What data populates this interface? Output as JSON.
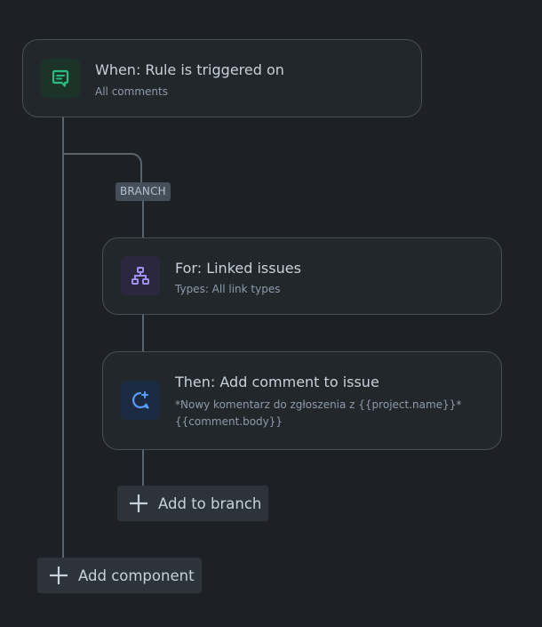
{
  "trigger": {
    "title": "When: Rule is triggered on",
    "subtitle": "All comments",
    "icon": "comment-trigger-icon",
    "icon_color": "#2abb7f",
    "icon_bg": "#1c3329"
  },
  "branch_badge": "BRANCH",
  "branch_node": {
    "title": "For: Linked issues",
    "subtitle": "Types: All link types",
    "icon": "hierarchy-icon",
    "icon_color": "#9f8fef",
    "icon_bg": "#2b273f"
  },
  "action_node": {
    "title": "Then: Add comment to issue",
    "subtitle_line1": "*Nowy komentarz do zgłoszenia z {{project.name}}*",
    "subtitle_line2": "{{comment.body}}",
    "icon": "add-comment-icon",
    "icon_color": "#579dff",
    "icon_bg": "#1c2b41"
  },
  "add_to_branch": {
    "label": "Add to branch"
  },
  "add_component": {
    "label": "Add component"
  },
  "colors": {
    "background": "#1d2125",
    "card": "#22272b",
    "border": "#454f59",
    "connector": "#5b6570"
  }
}
